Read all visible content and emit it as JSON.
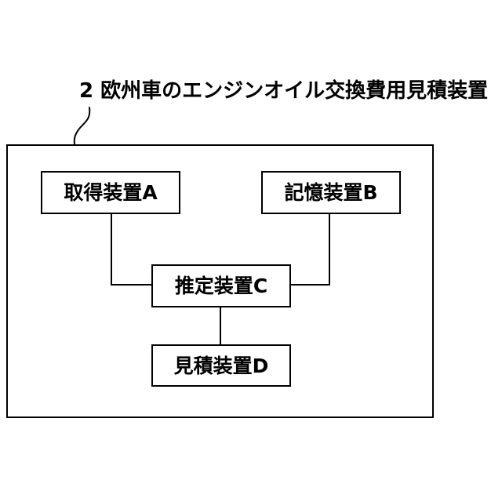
{
  "figure": {
    "reference_number": "2",
    "title": "2 欧州車のエンジンオイル交換費用見積装置",
    "leader_line": "curved-leader-line"
  },
  "diagram": {
    "type": "block-diagram",
    "outer_container": {
      "name": "欧州車のエンジンオイル交換費用見積装置",
      "reference": "2"
    },
    "blocks": [
      {
        "id": "A",
        "label": "取得装置A",
        "reference": "A"
      },
      {
        "id": "B",
        "label": "記憶装置B",
        "reference": "B"
      },
      {
        "id": "C",
        "label": "推定装置C",
        "reference": "C"
      },
      {
        "id": "D",
        "label": "見積装置D",
        "reference": "D"
      }
    ],
    "connections": [
      {
        "from": "取得装置A",
        "to": "推定装置C"
      },
      {
        "from": "記憶装置B",
        "to": "推定装置C"
      },
      {
        "from": "推定装置C",
        "to": "見積装置D"
      }
    ],
    "colors": {
      "line": "#000000",
      "background": "#ffffff",
      "text": "#000000"
    }
  }
}
